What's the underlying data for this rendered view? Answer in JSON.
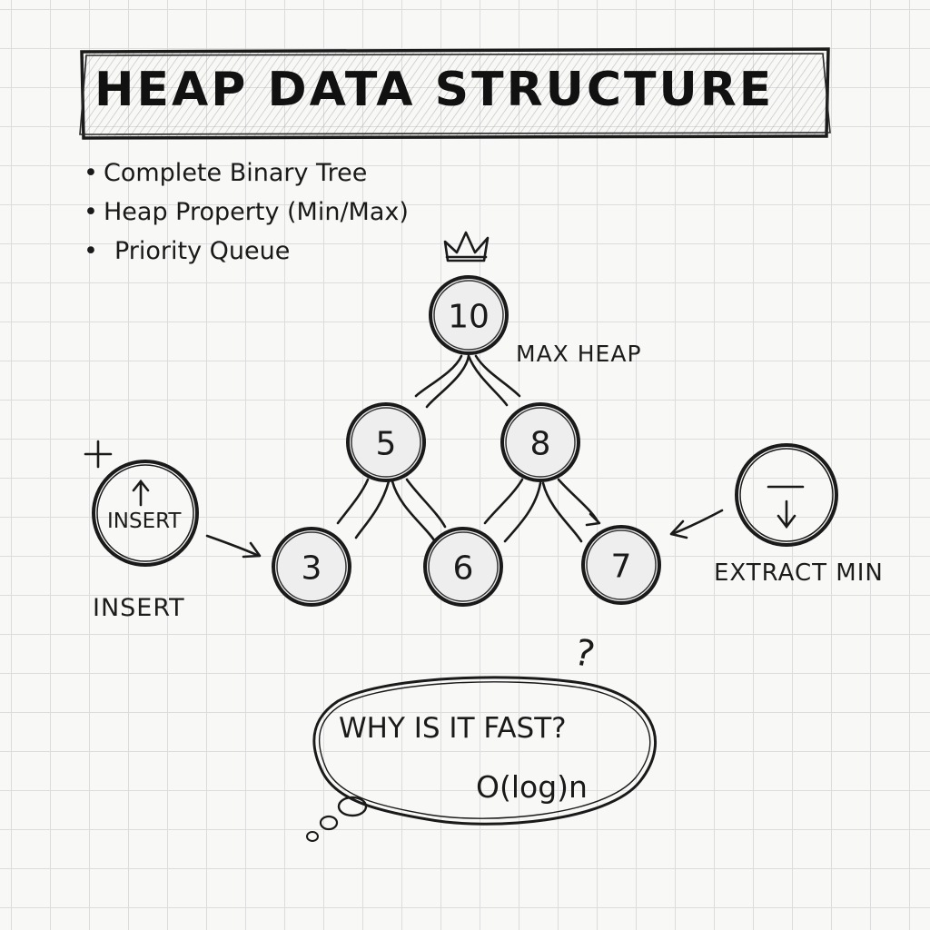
{
  "title": "HEAP DATA STRUCTURE",
  "bullets": [
    "Complete Binary Tree",
    "Heap Property (Min/Max)",
    "Priority Queue"
  ],
  "heap": {
    "type_label": "MAX HEAP",
    "root_icon": "crown-icon",
    "nodes": [
      "10",
      "5",
      "8",
      "3",
      "6",
      "7"
    ]
  },
  "insert": {
    "plus_glyph": "+",
    "circle_label": "INSERT",
    "caption": "INSERT",
    "icon": "arrow-up-icon"
  },
  "extract": {
    "caption": "EXTRACT MIN",
    "icon": "arrow-down-icon"
  },
  "bubble": {
    "question": "WHY IS IT FAST?",
    "answer": "O(log)n",
    "mark": "?"
  },
  "colors": {
    "ink": "#1a1a1a",
    "node_fill": "#eeeeee",
    "grid": "#dcdcdc",
    "paper": "#f8f8f6"
  }
}
